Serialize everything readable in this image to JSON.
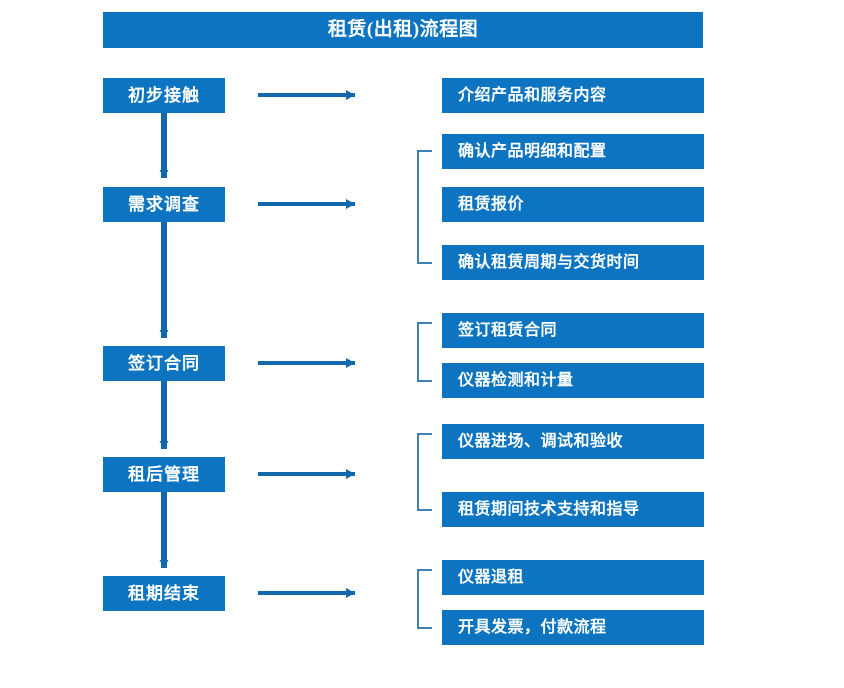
{
  "title": "租赁(出租)流程图",
  "colors": {
    "box_fill": "#0C74C0",
    "box_text": "#FFFFFF",
    "arrow": "#1268AD",
    "bracket": "#3E7FB4",
    "background": "#FFFFFF"
  },
  "stages": [
    {
      "label": "初步接触"
    },
    {
      "label": "需求调查"
    },
    {
      "label": "签订合同"
    },
    {
      "label": "租后管理"
    },
    {
      "label": "租期结束"
    }
  ],
  "detail_groups": [
    {
      "items": [
        "介绍产品和服务内容"
      ]
    },
    {
      "items": [
        "确认产品明细和配置",
        "租赁报价",
        "确认租赁周期与交货时间"
      ]
    },
    {
      "items": [
        "签订租赁合同",
        "仪器检测和计量"
      ]
    },
    {
      "items": [
        "仪器进场、调试和验收",
        "租赁期间技术支持和指导"
      ]
    },
    {
      "items": [
        "仪器退租",
        "开具发票，付款流程"
      ]
    }
  ],
  "detail_flat": [
    "介绍产品和服务内容",
    "确认产品明细和配置",
    "租赁报价",
    "确认租赁周期与交货时间",
    "签订租赁合同",
    "仪器检测和计量",
    "仪器进场、调试和验收",
    "租赁期间技术支持和指导",
    "仪器退租",
    "开具发票，付款流程"
  ]
}
